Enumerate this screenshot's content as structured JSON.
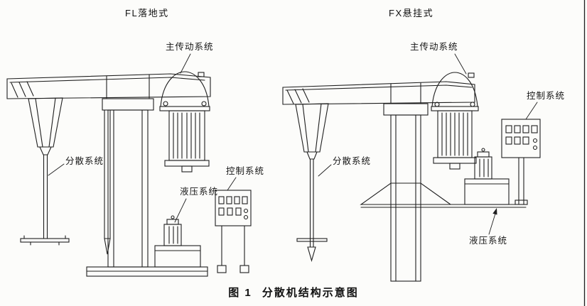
{
  "figure": {
    "caption_number": "图 1",
    "caption_title": "分散机结构示意图"
  },
  "machines": {
    "fl": {
      "title": "FL落地式",
      "labels": {
        "main_drive": "主传动系统",
        "dispersing": "分散系统",
        "hydraulic": "液压系统",
        "control": "控制系统"
      }
    },
    "fx": {
      "title": "FX悬挂式",
      "labels": {
        "main_drive": "主传动系统",
        "dispersing": "分散系统",
        "hydraulic": "液压系统",
        "control": "控制系统"
      }
    }
  },
  "colors": {
    "line": "#1f1f1f",
    "background": "#fcfcfa"
  }
}
